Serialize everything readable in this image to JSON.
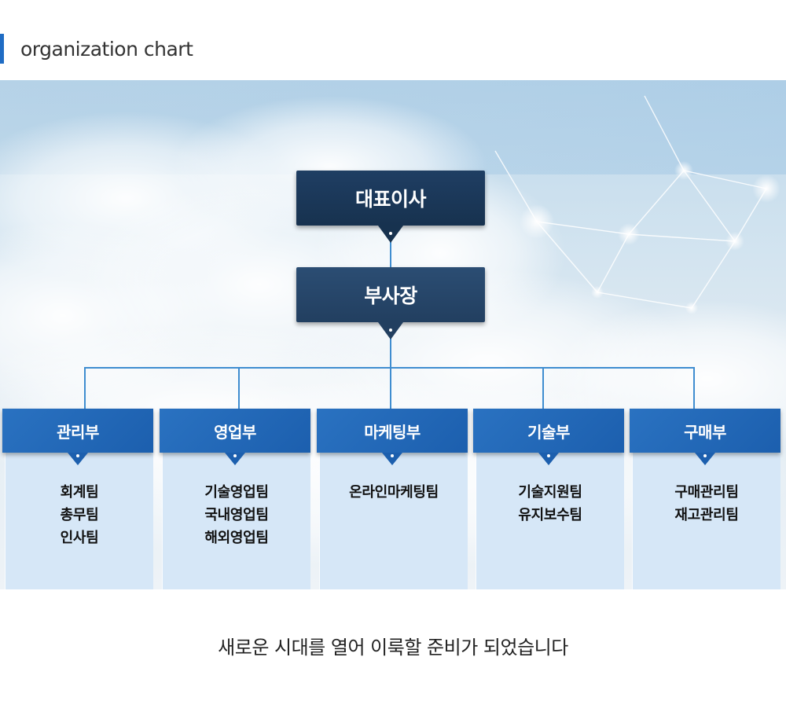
{
  "section_title": "organization chart",
  "org": {
    "ceo": "대표이사",
    "vice_president": "부사장",
    "departments": [
      {
        "name": "관리부",
        "teams": [
          "회계팀",
          "총무팀",
          "인사팀"
        ]
      },
      {
        "name": "영업부",
        "teams": [
          "기술영업팀",
          "국내영업팀",
          "해외영업팀"
        ]
      },
      {
        "name": "마케팅부",
        "teams": [
          "온라인마케팅팀"
        ]
      },
      {
        "name": "기술부",
        "teams": [
          "기술지원팀",
          "유지보수팀"
        ]
      },
      {
        "name": "구매부",
        "teams": [
          "구매관리팀",
          "재고관리팀"
        ]
      }
    ]
  },
  "footer": {
    "slogan": "새로운 시대를 열어 이룩할 준비가 되었습니다"
  },
  "colors": {
    "accent": "#1f6cc4",
    "ceo_box": "#1a3656",
    "vp_box": "#264769",
    "dept_head": "#2468b8",
    "dept_body": "#d6e7f7",
    "connector": "#3f8dd0"
  }
}
